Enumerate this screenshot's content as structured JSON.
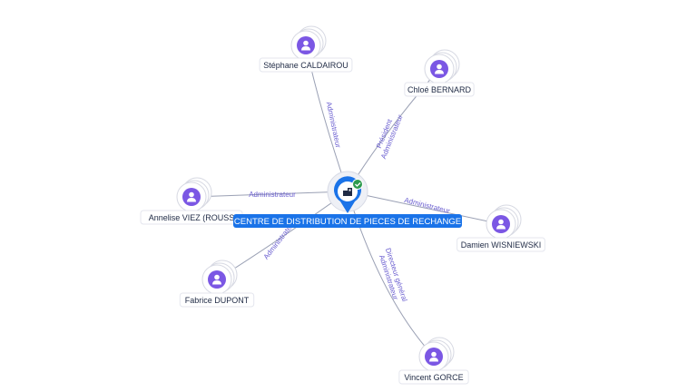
{
  "company": {
    "name": "CENTRE DE DISTRIBUTION DE PIECES DE RECHANGE",
    "icon": "building-icon",
    "status_icon": "check-icon",
    "colors": {
      "pin": "#1a73e8",
      "status": "#2e9b4e"
    }
  },
  "people": [
    {
      "name": "Stéphane CALDAIROU",
      "roles": [
        "Administrateur"
      ]
    },
    {
      "name": "Chloé BERNARD",
      "roles": [
        "Président",
        "Administrateur"
      ]
    },
    {
      "name": "Annelise VIEZ (ROUSS",
      "roles": [
        "Administrateur"
      ]
    },
    {
      "name": "Damien WISNIEWSKI",
      "roles": [
        "Administrateur"
      ]
    },
    {
      "name": "Fabrice DUPONT",
      "roles": [
        "Administrateur"
      ]
    },
    {
      "name": "Vincent GORCE",
      "roles": [
        "Directeur général",
        "Administrateur"
      ]
    }
  ],
  "colors": {
    "avatar": "#7b57e4",
    "role_text": "#6b5fd0",
    "edge": "#9aa0b4"
  }
}
